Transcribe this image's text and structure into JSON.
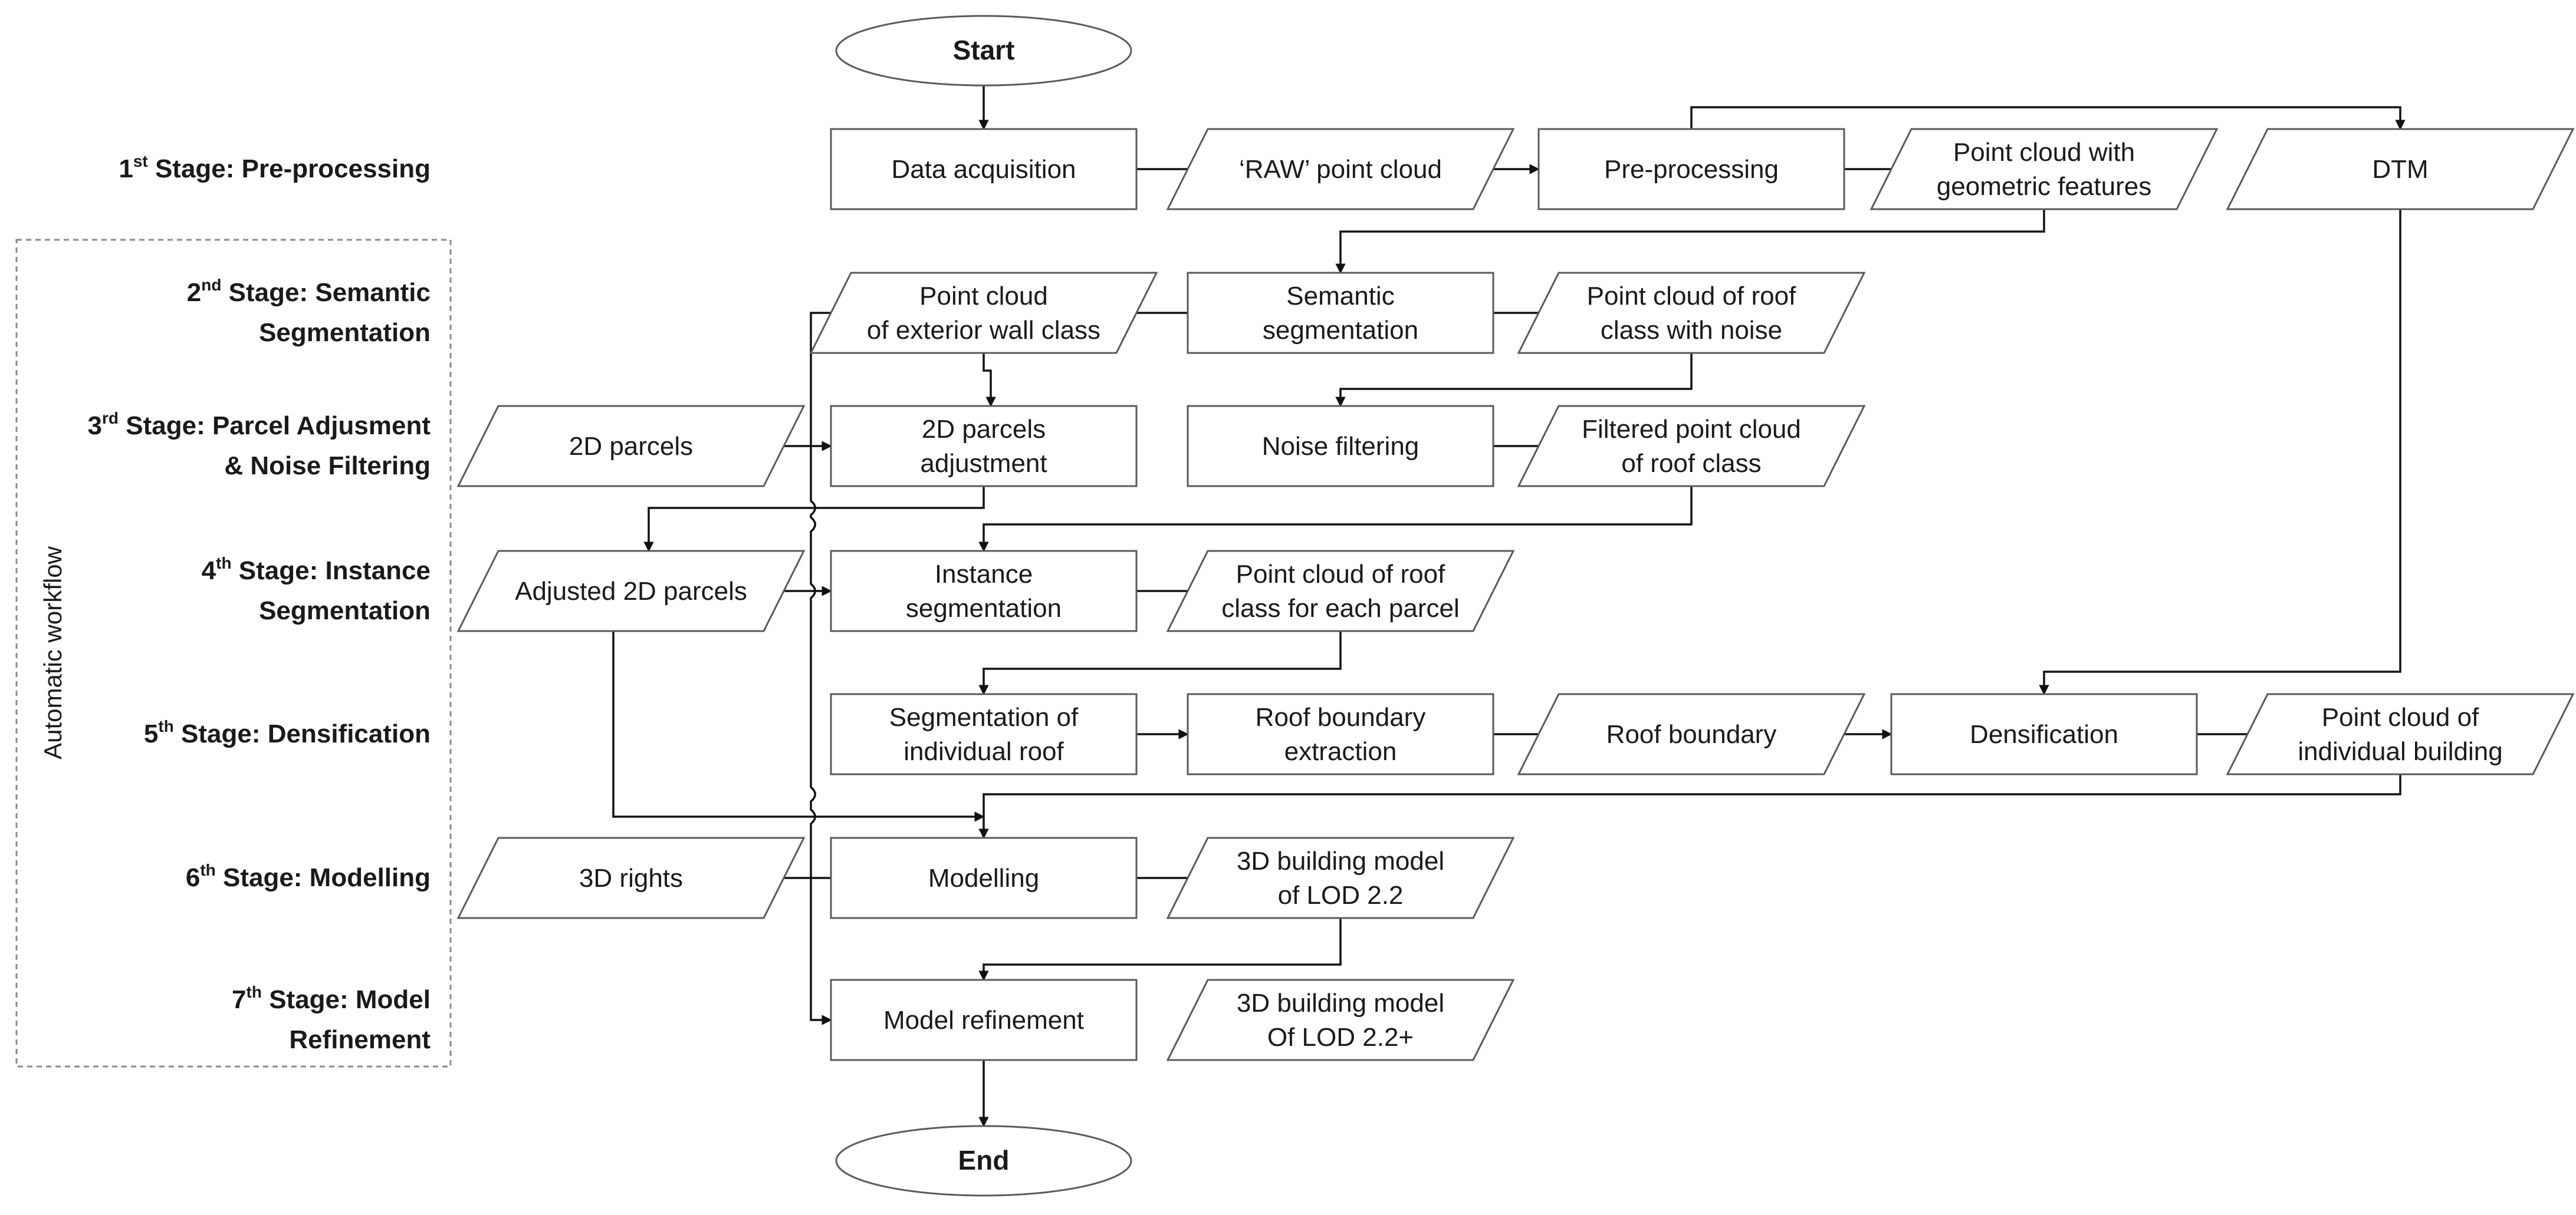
{
  "workflow_label": "Automatic workflow",
  "stages": [
    {
      "num": "1",
      "sup": "st",
      "line1": "Stage: Pre-processing",
      "line2": ""
    },
    {
      "num": "2",
      "sup": "nd",
      "line1": "Stage: Semantic",
      "line2": "Segmentation"
    },
    {
      "num": "3",
      "sup": "rd",
      "line1": "Stage: Parcel Adjusment",
      "line2": "& Noise Filtering"
    },
    {
      "num": "4",
      "sup": "th",
      "line1": "Stage: Instance",
      "line2": "Segmentation"
    },
    {
      "num": "5",
      "sup": "th",
      "line1": "Stage: Densification",
      "line2": ""
    },
    {
      "num": "6",
      "sup": "th",
      "line1": "Stage: Modelling",
      "line2": ""
    },
    {
      "num": "7",
      "sup": "th",
      "line1": "Stage: Model",
      "line2": "Refinement"
    }
  ],
  "nodes": {
    "start": {
      "shape": "terminal",
      "lines": [
        "Start"
      ]
    },
    "end": {
      "shape": "terminal",
      "lines": [
        "End"
      ]
    },
    "data_acquisition": {
      "shape": "process",
      "lines": [
        "Data acquisition"
      ]
    },
    "raw_point_cloud": {
      "shape": "data",
      "lines": [
        "‘RAW’ point cloud"
      ]
    },
    "pre_processing": {
      "shape": "process",
      "lines": [
        "Pre-processing"
      ]
    },
    "pc_geometric": {
      "shape": "data",
      "lines": [
        "Point cloud with",
        "geometric features"
      ]
    },
    "dtm": {
      "shape": "data",
      "lines": [
        "DTM"
      ]
    },
    "pc_exterior_wall": {
      "shape": "data",
      "lines": [
        "Point cloud",
        "of exterior wall class"
      ]
    },
    "semantic_segmentation": {
      "shape": "process",
      "lines": [
        "Semantic",
        "segmentation"
      ]
    },
    "pc_roof_noise": {
      "shape": "data",
      "lines": [
        "Point cloud of roof",
        "class with noise"
      ]
    },
    "parcels_2d": {
      "shape": "data",
      "lines": [
        "2D parcels"
      ]
    },
    "parcels_adjustment": {
      "shape": "process",
      "lines": [
        "2D parcels",
        "adjustment"
      ]
    },
    "noise_filtering": {
      "shape": "process",
      "lines": [
        "Noise filtering"
      ]
    },
    "filtered_pc_roof": {
      "shape": "data",
      "lines": [
        "Filtered point cloud",
        "of roof class"
      ]
    },
    "adjusted_parcels": {
      "shape": "data",
      "lines": [
        "Adjusted 2D parcels"
      ]
    },
    "instance_segmentation": {
      "shape": "process",
      "lines": [
        "Instance",
        "segmentation"
      ]
    },
    "pc_roof_parcel": {
      "shape": "data",
      "lines": [
        "Point cloud of roof",
        "class for each parcel"
      ]
    },
    "seg_individual_roof": {
      "shape": "process",
      "lines": [
        "Segmentation of",
        "individual roof"
      ]
    },
    "roof_boundary_extraction": {
      "shape": "process",
      "lines": [
        "Roof boundary",
        "extraction"
      ]
    },
    "roof_boundary": {
      "shape": "data",
      "lines": [
        "Roof boundary"
      ]
    },
    "densification": {
      "shape": "process",
      "lines": [
        "Densification"
      ]
    },
    "pc_individual_building": {
      "shape": "data",
      "lines": [
        "Point cloud of",
        "individual building"
      ]
    },
    "rights_3d": {
      "shape": "data",
      "lines": [
        "3D rights"
      ]
    },
    "modelling": {
      "shape": "process",
      "lines": [
        "Modelling"
      ]
    },
    "model_lod22": {
      "shape": "data",
      "lines": [
        "3D building model",
        "of LOD 2.2"
      ]
    },
    "model_refinement": {
      "shape": "process",
      "lines": [
        "Model refinement"
      ]
    },
    "model_lod22plus": {
      "shape": "data",
      "lines": [
        "3D building model",
        "Of LOD 2.2+"
      ]
    }
  },
  "edges": [
    [
      "start",
      "data_acquisition"
    ],
    [
      "data_acquisition",
      "raw_point_cloud"
    ],
    [
      "raw_point_cloud",
      "pre_processing"
    ],
    [
      "pre_processing",
      "pc_geometric"
    ],
    [
      "pre_processing",
      "dtm"
    ],
    [
      "pc_geometric",
      "semantic_segmentation"
    ],
    [
      "semantic_segmentation",
      "pc_exterior_wall"
    ],
    [
      "semantic_segmentation",
      "pc_roof_noise"
    ],
    [
      "pc_exterior_wall",
      "parcels_adjustment"
    ],
    [
      "parcels_2d",
      "parcels_adjustment"
    ],
    [
      "pc_roof_noise",
      "noise_filtering"
    ],
    [
      "noise_filtering",
      "filtered_pc_roof"
    ],
    [
      "parcels_adjustment",
      "adjusted_parcels"
    ],
    [
      "filtered_pc_roof",
      "instance_segmentation"
    ],
    [
      "adjusted_parcels",
      "instance_segmentation"
    ],
    [
      "instance_segmentation",
      "pc_roof_parcel"
    ],
    [
      "pc_roof_parcel",
      "seg_individual_roof"
    ],
    [
      "seg_individual_roof",
      "roof_boundary_extraction"
    ],
    [
      "roof_boundary_extraction",
      "roof_boundary"
    ],
    [
      "roof_boundary",
      "densification"
    ],
    [
      "dtm",
      "densification"
    ],
    [
      "densification",
      "pc_individual_building"
    ],
    [
      "pc_individual_building",
      "modelling"
    ],
    [
      "adjusted_parcels",
      "modelling"
    ],
    [
      "modelling",
      "rights_3d"
    ],
    [
      "modelling",
      "model_lod22"
    ],
    [
      "model_lod22",
      "model_refinement"
    ],
    [
      "pc_exterior_wall",
      "model_refinement"
    ],
    [
      "model_refinement",
      "end"
    ]
  ]
}
